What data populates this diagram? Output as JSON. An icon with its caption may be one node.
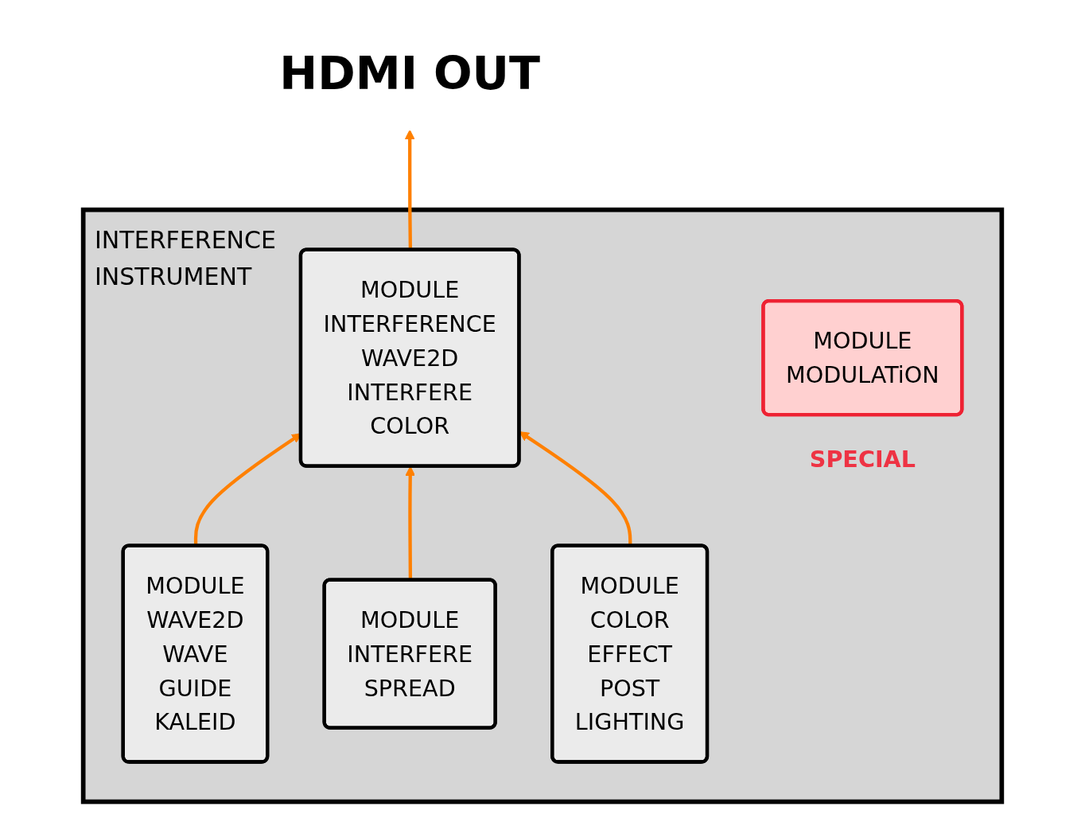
{
  "diagram": {
    "nodes": [
      {
        "text": [
          "HDMI OUT"
        ]
      },
      {
        "text": [
          "INTERFERENCE INSTRUMENT"
        ]
      },
      {
        "text": [
          "MODULE",
          "INTERFERENCE",
          "WAVE2D",
          "INTERFERE",
          "COLOR"
        ],
        "in": 1
      },
      {
        "text": [
          "MODULE",
          "MODULATiON"
        ],
        "in": 1,
        "beside": [
          "SPECIAL"
        ]
      },
      {
        "text": [
          "MODULE",
          "WAVE2D",
          "WAVE",
          "GUIDE",
          "KALEID"
        ],
        "in": 1
      },
      {
        "text": [
          "MODULE",
          "INTERFERE",
          "SPREAD"
        ],
        "in": 1
      },
      {
        "text": [
          "MODULE",
          "COLOR",
          "EFFECT",
          "POST",
          "LIGHTING"
        ],
        "in": 1
      }
    ],
    "edges": [
      {
        "from": 2,
        "to": 0,
        "arrow": "to"
      },
      {
        "from": 4,
        "to": 2,
        "arrow": "to"
      },
      {
        "from": 5,
        "to": 2,
        "arrow": "to"
      },
      {
        "from": 6,
        "to": 2,
        "arrow": "to"
      }
    ]
  }
}
